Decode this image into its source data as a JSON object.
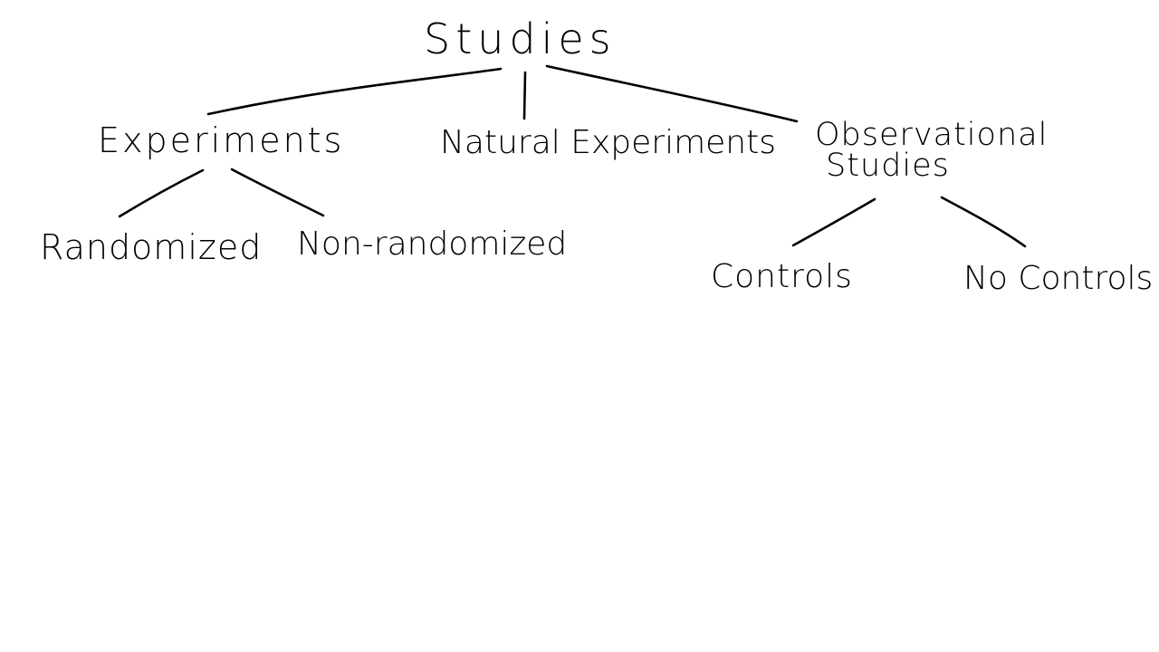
{
  "diagram": {
    "root": {
      "label": "Studies"
    },
    "branches": [
      {
        "label": "Experiments",
        "children": [
          {
            "label": "Randomized"
          },
          {
            "label": "Non-randomized"
          }
        ]
      },
      {
        "label": "Natural Experiments",
        "children": []
      },
      {
        "label_lines": [
          "Observational",
          "Studies"
        ],
        "children": [
          {
            "label": "Controls"
          },
          {
            "label": "No Controls"
          }
        ]
      }
    ],
    "colors": {
      "ink": "#000000",
      "background": "#ffffff"
    }
  }
}
